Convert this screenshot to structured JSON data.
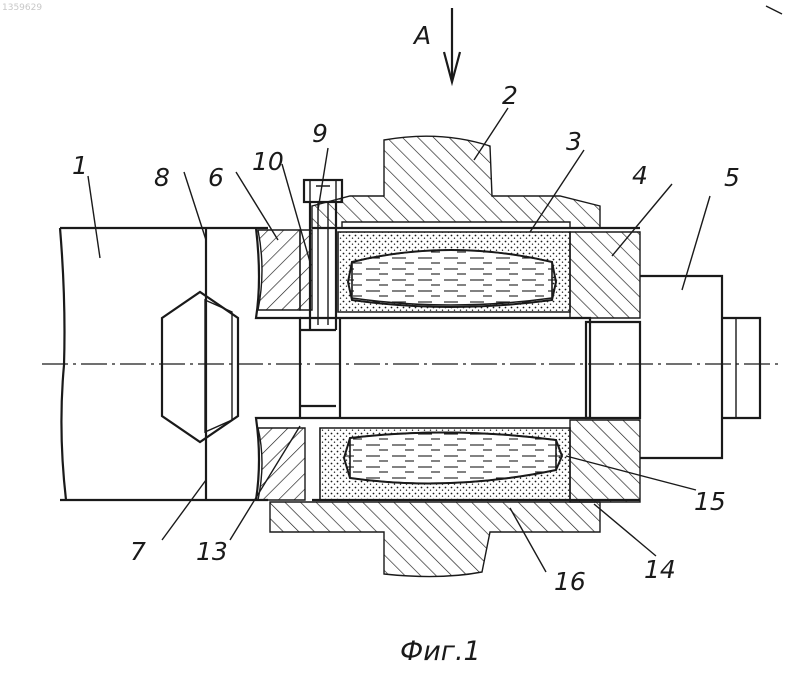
{
  "header": {
    "doc_number": "1359629",
    "view_label": "A"
  },
  "labels": {
    "l1": "1",
    "l2": "2",
    "l3": "3",
    "l4": "4",
    "l5": "5",
    "l6": "6",
    "l7": "7",
    "l8": "8",
    "l9": "9",
    "l10": "10",
    "l13": "13",
    "l14": "14",
    "l15": "15",
    "l16": "16"
  },
  "caption": "Фиг.1"
}
